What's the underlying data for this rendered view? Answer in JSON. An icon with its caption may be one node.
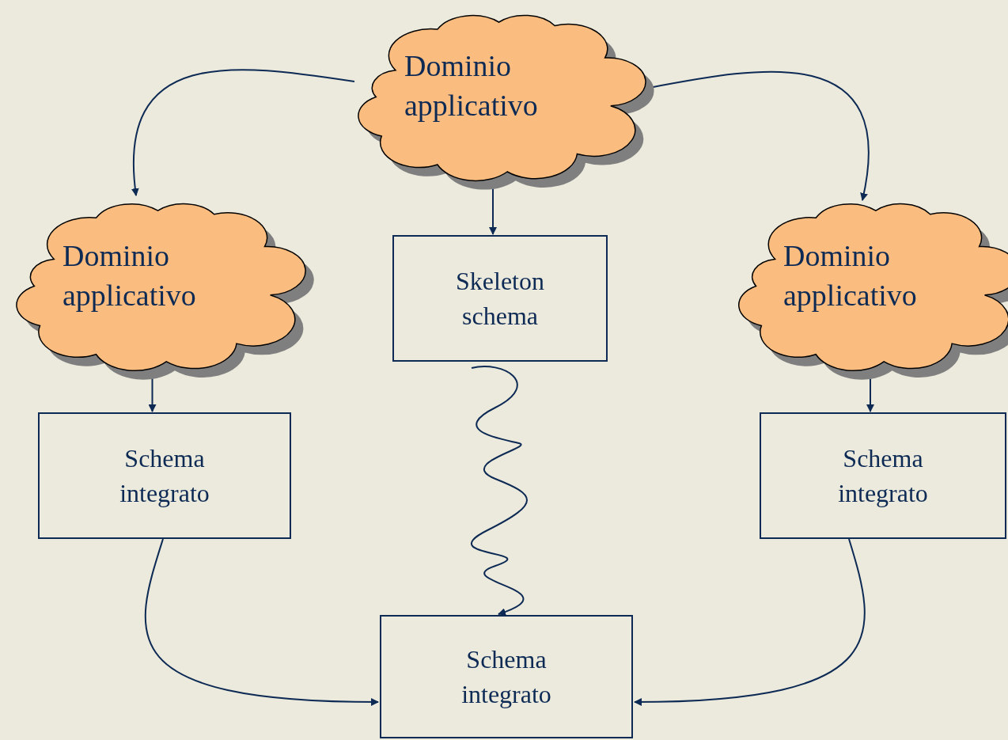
{
  "diagram": {
    "nodes": [
      {
        "text": [
          "Dominio applicativo"
        ]
      },
      {
        "text": [
          "Dominio applicativo"
        ]
      },
      {
        "text": [
          "Skeleton schema"
        ]
      },
      {
        "text": [
          "Dominio applicativo"
        ]
      },
      {
        "text": [
          "Schema integrato"
        ]
      },
      {
        "text": [
          "Schema integrato"
        ]
      },
      {
        "text": [
          "Schema integrato"
        ]
      }
    ],
    "edges": [
      {
        "from": 0,
        "to": 1,
        "arrow": "to"
      },
      {
        "from": 0,
        "to": 2,
        "arrow": "to"
      },
      {
        "from": 0,
        "to": 3,
        "arrow": "to"
      },
      {
        "from": 1,
        "to": 4,
        "arrow": "to"
      },
      {
        "from": 3,
        "to": 5,
        "arrow": "to"
      },
      {
        "from": 2,
        "to": 6,
        "arrow": "to"
      },
      {
        "from": 4,
        "to": 6,
        "arrow": "to"
      },
      {
        "from": 5,
        "to": 6,
        "arrow": "to"
      }
    ]
  }
}
